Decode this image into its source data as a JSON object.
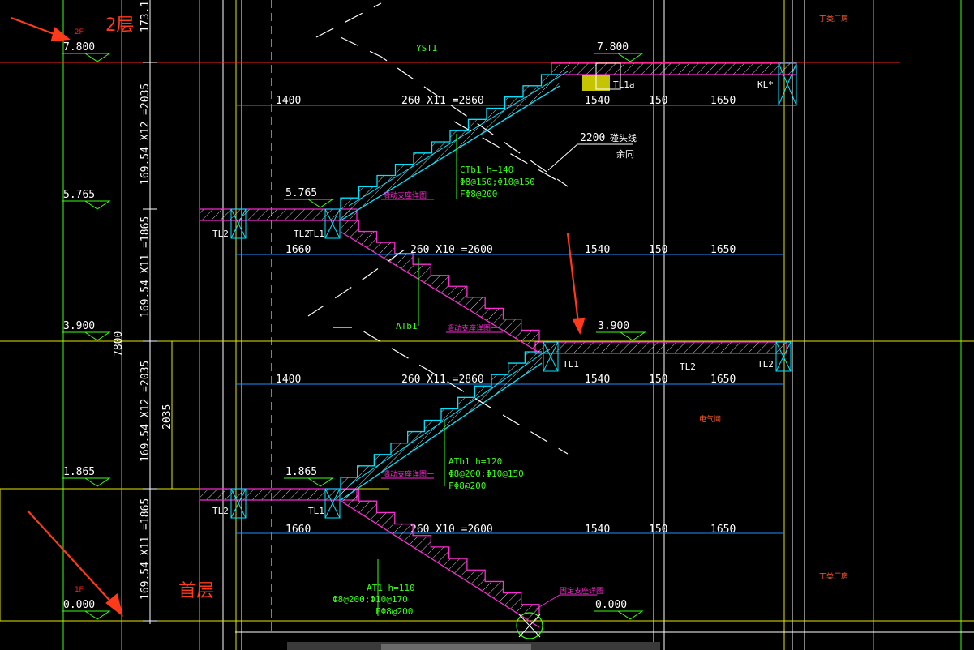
{
  "annotations": {
    "floor2_label": "2层",
    "floor1_label": "首层",
    "floor2_tag": "2F",
    "floor1_tag": "1F"
  },
  "elevations": {
    "e7800": "7.800",
    "e5765": "5.765",
    "e3900": "3.900",
    "e1865": "1.865",
    "e0000": "0.000",
    "top_partial": "173.1"
  },
  "vertical_dims": {
    "flight4": "169.54 X12 =2035",
    "flight3": "169.54 X11 =1865",
    "flight2": "169.54 X12 =2035",
    "flight1": "169.54 X11 =1865",
    "total": "7800",
    "flight2_short": "2035"
  },
  "horizontal_dims": {
    "row1": [
      "1400",
      "260 X11 =2860",
      "1540",
      "150",
      "1650"
    ],
    "row2": [
      "1660",
      "260 X10 =2600",
      "1540",
      "150",
      "1650"
    ],
    "row3": [
      "1400",
      "260 X11 =2860",
      "1540",
      "150",
      "1650"
    ],
    "row4": [
      "1660",
      "260 X10 =2600",
      "1540",
      "150",
      "1650"
    ]
  },
  "beam_labels": {
    "tl1": "TL1",
    "tl1a": "TL1a",
    "tl2": "TL2",
    "kl": "KL*",
    "ysti": "YSTI"
  },
  "flight_specs": {
    "ctb1": [
      "CTb1  h=140",
      "Φ8@150;Φ10@150",
      "FΦ8@200"
    ],
    "atb1": "ATb1",
    "atb1_full": [
      "ATb1  h=120",
      "Φ8@200;Φ10@150",
      "FΦ8@200"
    ],
    "at1": [
      "AT1  h=110",
      "Φ8@200;Φ10@170",
      "FΦ8@200"
    ]
  },
  "notes": {
    "clearance": "2200",
    "clearance_note": "碰头线",
    "same": "余同",
    "slide_support_1": "滑动支座详图一",
    "slide_support_2": "滑动支座详图一",
    "slide_support_3": "滑动支座详图一",
    "fixed_support": "固定支座详图",
    "room_top": "丁类厂房",
    "room_bottom": "丁类厂房",
    "electrical": "电气间"
  },
  "colors": {
    "background": "#000000",
    "structure_white": "#ffffff",
    "magenta": "#ff2bd6",
    "cyan": "#00e5ff",
    "green": "#39ff14",
    "yellow": "#e6e600",
    "red": "#ff2020",
    "blue": "#1e90ff",
    "arrow_red": "#ff3a1a"
  }
}
